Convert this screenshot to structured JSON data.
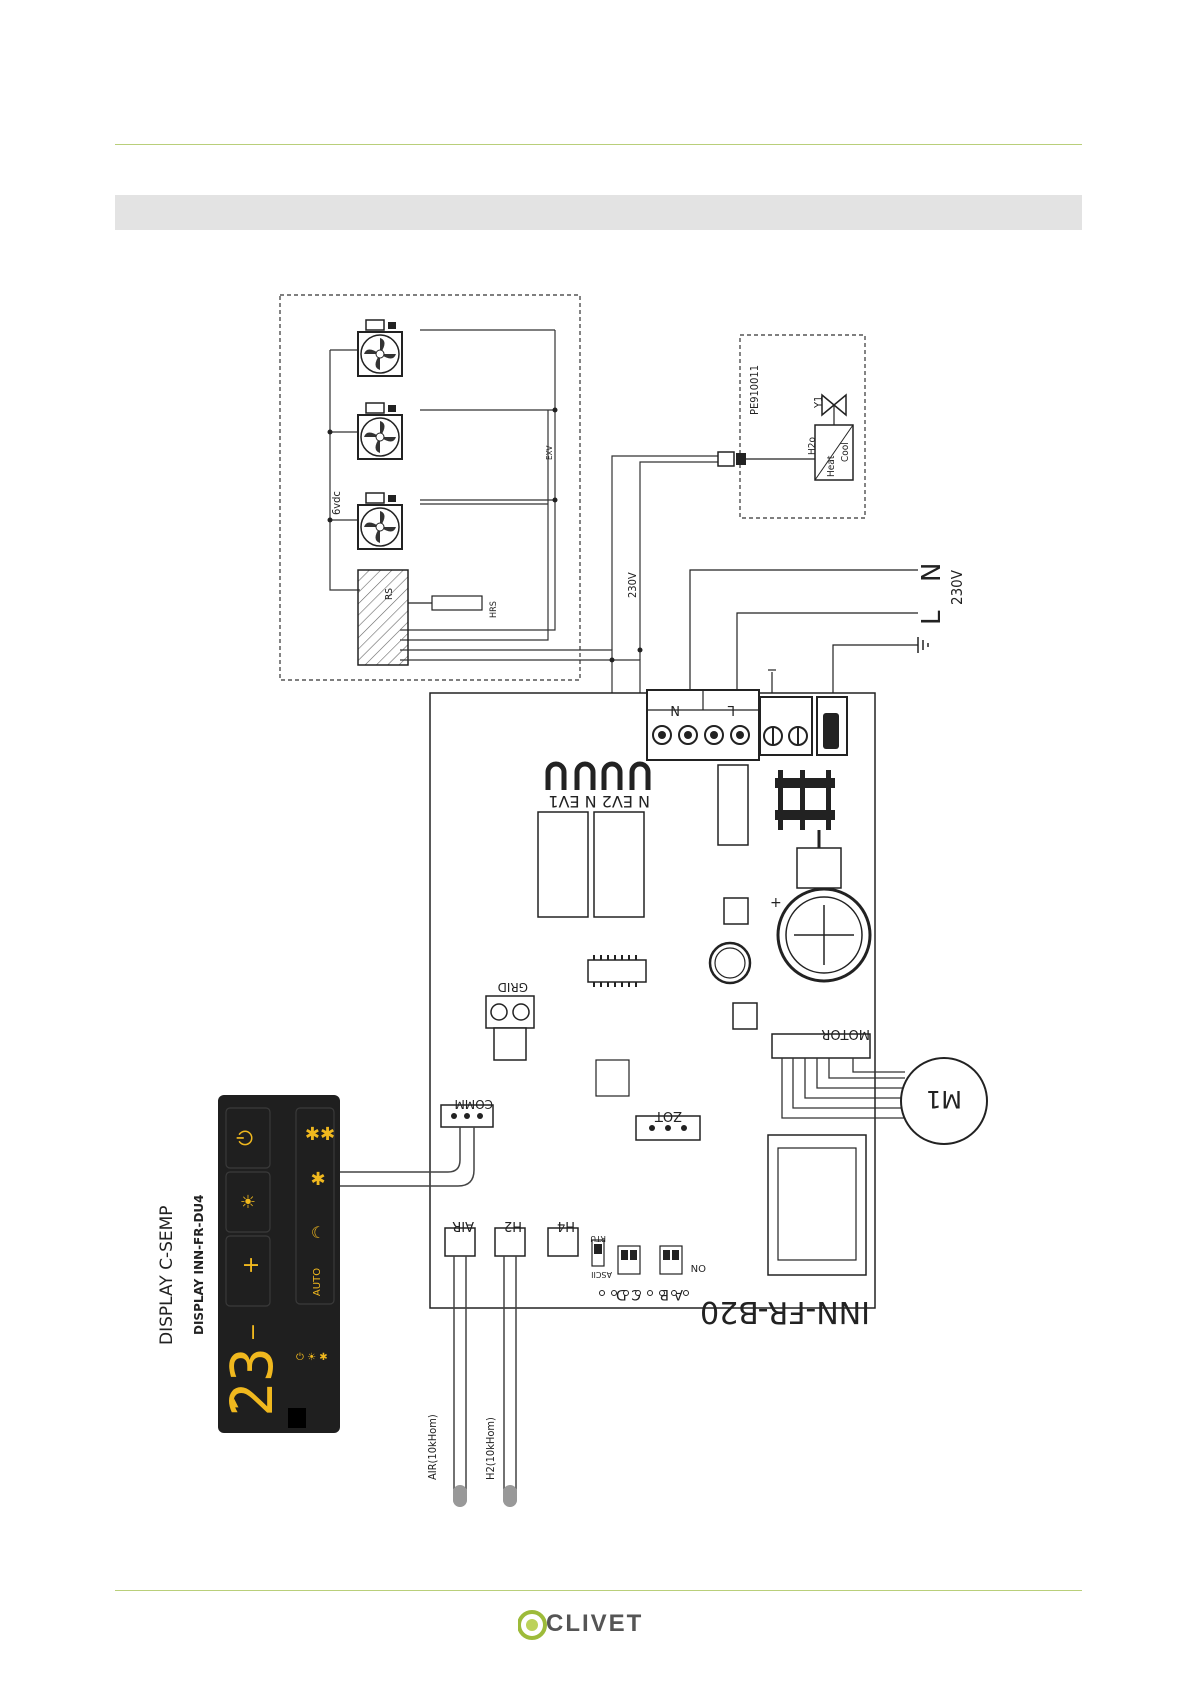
{
  "page": {
    "section_title": ""
  },
  "diagram": {
    "fan_block": {
      "voltage_label": "6vdc",
      "wire_label": "EXV",
      "rs_label": "RS",
      "hrs_label": "HRS",
      "supply_label": "230V"
    },
    "valve_module": {
      "code": "PE910011",
      "valve_label": "Y1",
      "h2o_label": "H2o",
      "heat_label": "Heat",
      "cool_label": "Cool"
    },
    "mains": {
      "n_label": "N",
      "l_label": "L",
      "voltage": "230V",
      "earth_symbol": "⏚"
    },
    "board": {
      "name": "INN-FR-B20",
      "relay_terminals": "N EV2 N EV1",
      "terminal_n": "N",
      "terminal_l": "L",
      "motor_label": "MOTOR",
      "motor_name": "M1",
      "grid_label": "GRID",
      "zot_label": "ZOT",
      "comm_label": "COMM",
      "air_label": "AIR",
      "h2_label": "H2",
      "h4_label": "H4",
      "rtu_label": "RTU",
      "ascii_label": "ASCII",
      "cd_label": "C D",
      "ab_label": "A B",
      "on_label": "ON"
    },
    "sensors": {
      "air_sensor": "AIR(10kHom)",
      "h2_sensor": "H2(10kHom)"
    },
    "display": {
      "title": "DISPLAY C-SEMP",
      "model": "DISPLAY INN-FR-DU4",
      "temperature": "23",
      "minus": "−",
      "plus": "+",
      "auto": "AUTO",
      "colors": {
        "panel": "#1f1f1f",
        "digits": "#f0b81e"
      }
    }
  },
  "footer": {
    "brand": "CLIVET",
    "brand_color": "#6f6f6f",
    "logo_color": "#9dbb3a"
  }
}
